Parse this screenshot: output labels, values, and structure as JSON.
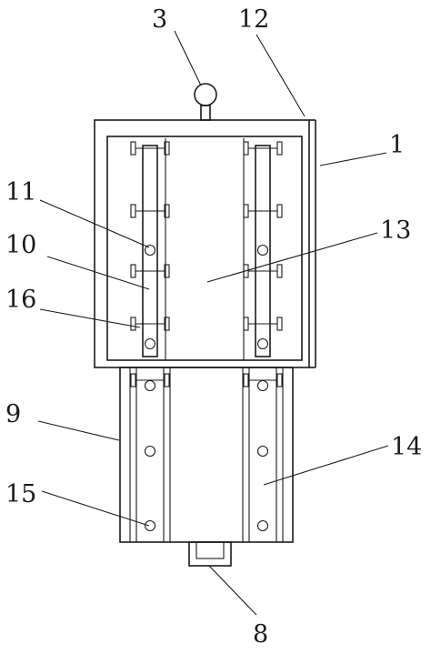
{
  "figure": {
    "labels": [
      {
        "id": "label-3",
        "text": "3"
      },
      {
        "id": "label-12",
        "text": "12"
      },
      {
        "id": "label-1",
        "text": "1"
      },
      {
        "id": "label-11",
        "text": "11"
      },
      {
        "id": "label-13",
        "text": "13"
      },
      {
        "id": "label-10",
        "text": "10"
      },
      {
        "id": "label-16",
        "text": "16"
      },
      {
        "id": "label-9",
        "text": "9"
      },
      {
        "id": "label-14",
        "text": "14"
      },
      {
        "id": "label-15",
        "text": "15"
      },
      {
        "id": "label-8",
        "text": "8"
      }
    ]
  },
  "colors": {
    "line": "#1a1a1a",
    "background": "#ffffff"
  }
}
